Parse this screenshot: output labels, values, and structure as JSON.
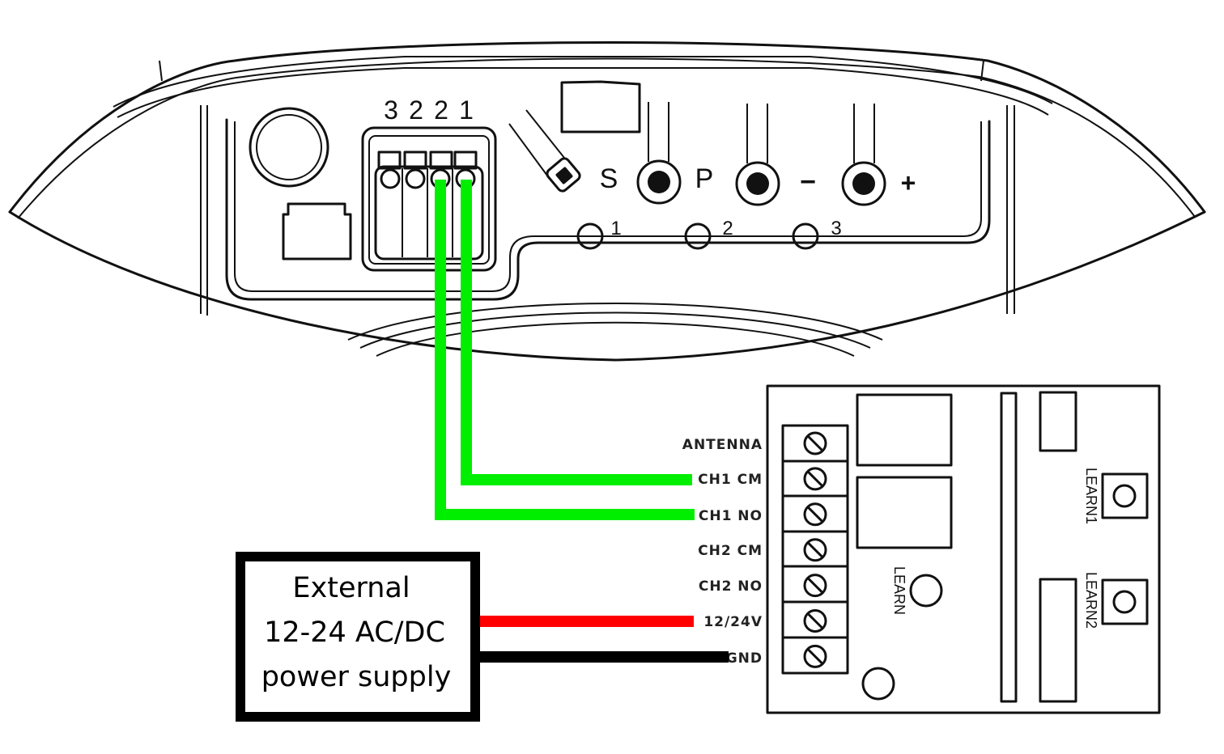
{
  "diagram": {
    "title": "Gate operator to external 2-channel receiver wiring",
    "operator_board": {
      "terminal_block_numbers": [
        "3",
        "2",
        "2",
        "1"
      ],
      "button_labels": [
        "S",
        "P",
        "−",
        "+"
      ],
      "led_labels": [
        "1",
        "2",
        "3"
      ]
    },
    "receiver": {
      "terminals": [
        {
          "label": "ANTENNA"
        },
        {
          "label": "CH1 CM"
        },
        {
          "label": "CH1 NO"
        },
        {
          "label": "CH2 CM"
        },
        {
          "label": "CH2 NO"
        },
        {
          "label": "12/24V"
        },
        {
          "label": "GND"
        }
      ],
      "button_labels": {
        "learn": "LEARN",
        "learn1": "LEARN1",
        "learn2": "LEARN2"
      }
    },
    "power_supply": {
      "lines": [
        "External",
        "12-24 AC/DC",
        "power supply"
      ]
    },
    "wires": [
      {
        "from": "terminal 2",
        "to": "CH1 NO",
        "color": "#00ee00"
      },
      {
        "from": "terminal 1",
        "to": "CH1 CM",
        "color": "#00ee00"
      },
      {
        "from": "power supply",
        "to": "12/24V",
        "color": "#ff0000"
      },
      {
        "from": "power supply",
        "to": "GND",
        "color": "#000000"
      }
    ]
  }
}
